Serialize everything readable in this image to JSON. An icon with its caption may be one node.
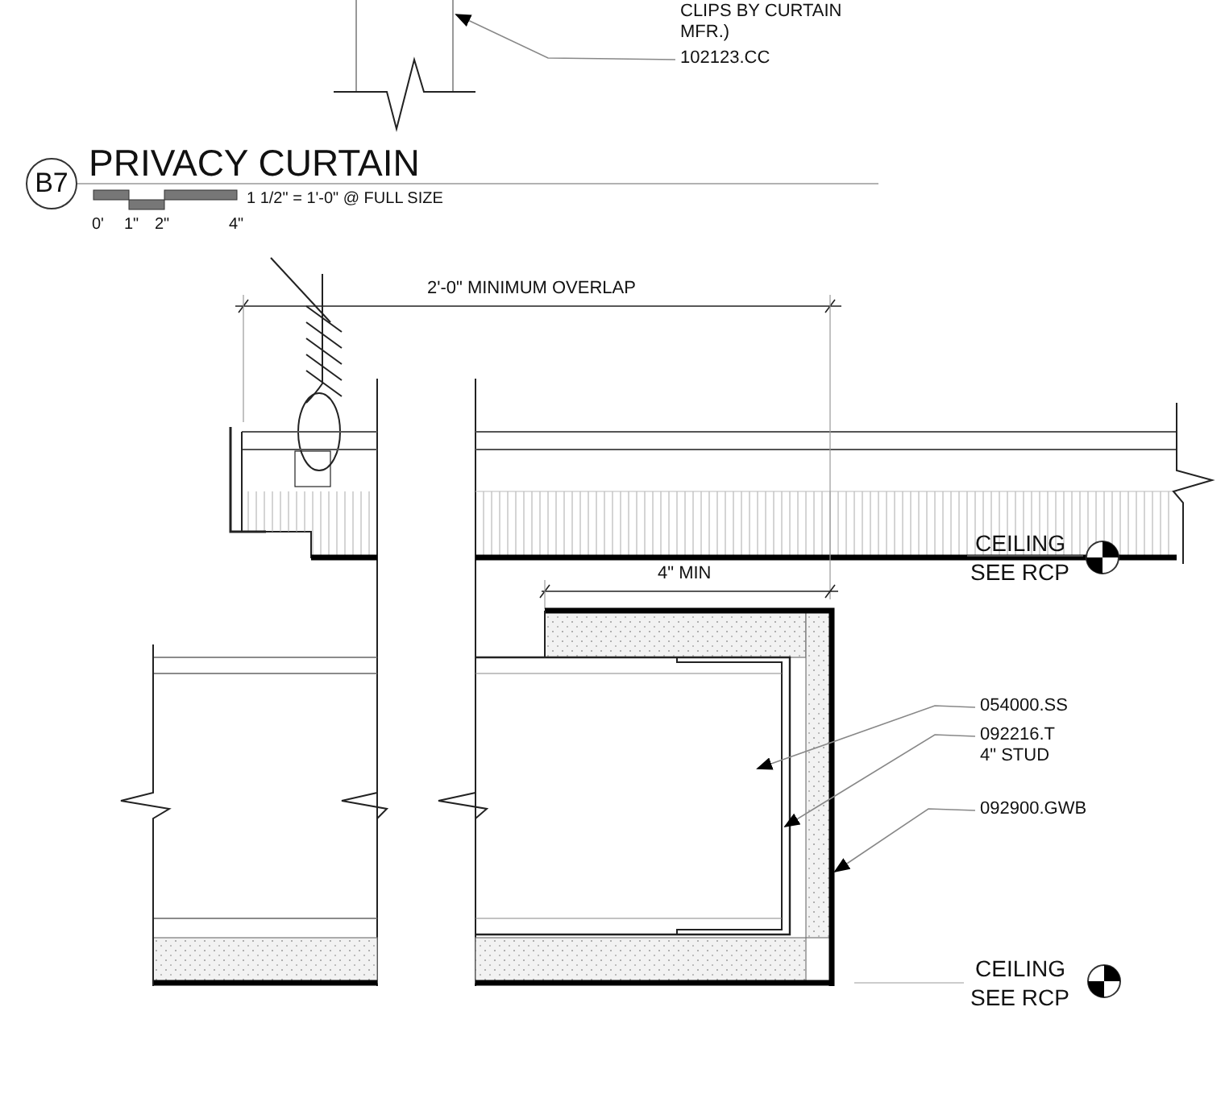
{
  "diagram": {
    "title": "PRIVACY CURTAIN",
    "nodes": [
      {
        "text": [
          "102123.CC"
        ]
      },
      {
        "text": [
          "B7"
        ]
      },
      {
        "text": [
          "054000.SS"
        ]
      },
      {
        "text": [
          "092216.T 4\" STUD"
        ]
      },
      {
        "text": [
          "092900.GWB"
        ]
      }
    ],
    "edges": [
      {
        "from": 0,
        "to": null,
        "arrow": "to"
      },
      {
        "from": 2,
        "to": null,
        "arrow": "to"
      },
      {
        "from": 3,
        "to": null,
        "arrow": "to"
      },
      {
        "from": 4,
        "to": null,
        "arrow": "to"
      }
    ],
    "labels": [
      "CLIPS BY CURTAIN MFR.)",
      "1 1/2\" = 1'-0\" @ FULL SIZE",
      "0'",
      "1\"",
      "2\"",
      "4\"",
      "2'-0\" MINIMUM OVERLAP",
      "CEILING",
      "4\" MIN",
      "SEE RCP",
      "CEILING",
      "SEE RCP"
    ]
  }
}
